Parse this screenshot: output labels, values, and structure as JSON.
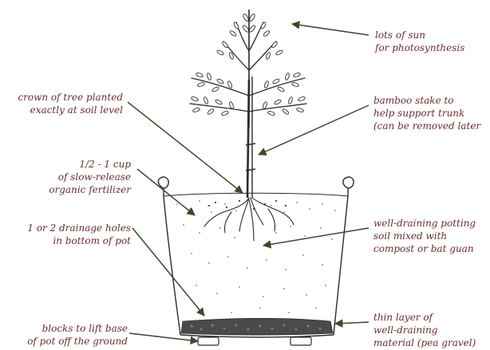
{
  "colors": {
    "ink": "#2b2b2b",
    "label_text": "#6b2d2d",
    "arrow": "#3a4a2a",
    "sun_arrow": "#3a4a2a"
  },
  "annotations": {
    "sun": {
      "line1": "lots of sun",
      "line2": "for photosynthesis"
    },
    "crown": {
      "line1": "crown of tree planted",
      "line2": "exactly at soil level"
    },
    "stake": {
      "line1": "bamboo stake to",
      "line2": "help support trunk",
      "line3": "(can be removed later"
    },
    "fertilizer": {
      "line1": "1/2 - 1 cup",
      "line2": "of slow-release",
      "line3": "organic fertilizer"
    },
    "soil": {
      "line1": "well-draining potting",
      "line2": "soil mixed with",
      "line3": "compost or bat guan"
    },
    "drainage": {
      "line1": "1 or 2 drainage holes",
      "line2": "in bottom of pot"
    },
    "blocks": {
      "line1": "blocks to lift base",
      "line2": "of pot off the ground"
    },
    "gravel": {
      "line1": "thin layer of",
      "line2": "well-draining",
      "line3": "material (pea gravel)"
    }
  }
}
